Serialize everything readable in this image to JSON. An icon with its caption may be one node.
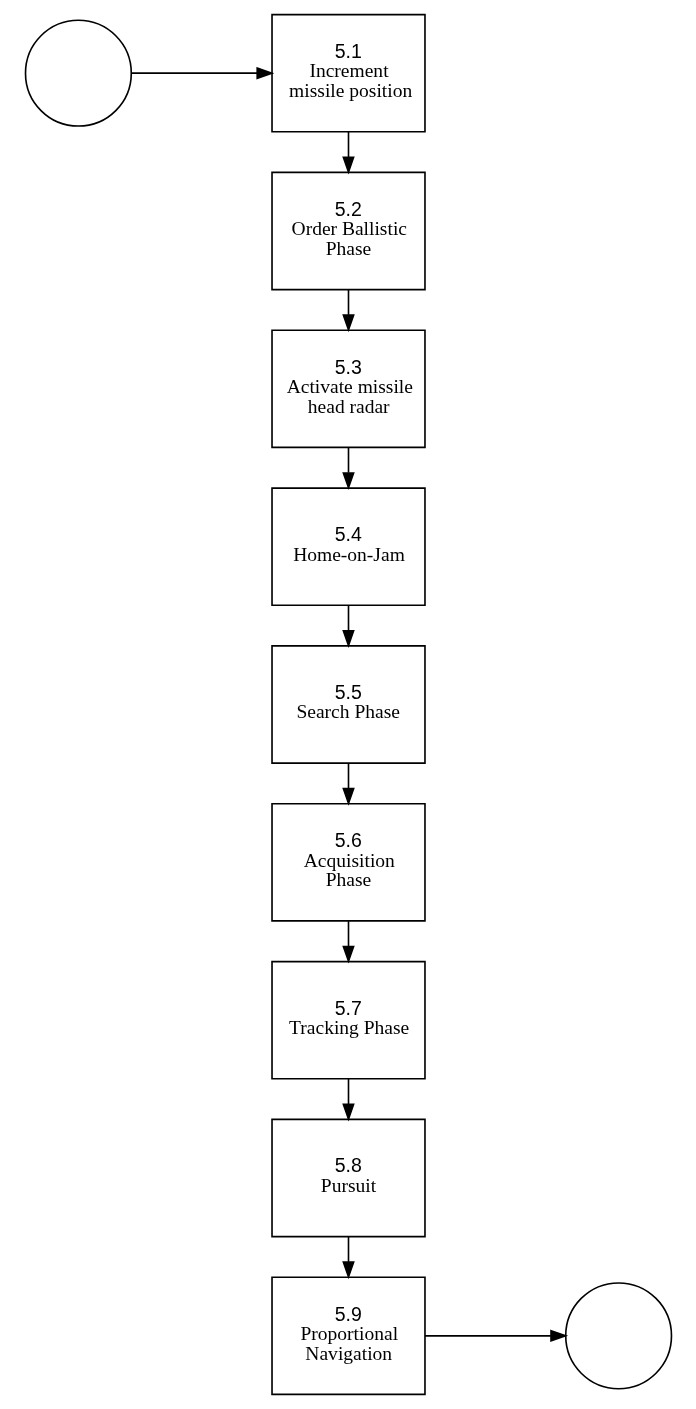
{
  "diagram": {
    "nodes": [
      {
        "text": [],
        "shape": "circle"
      },
      {
        "text": [
          "5.1",
          "Increment missile position"
        ]
      },
      {
        "text": [
          "5.2",
          "Order Ballistic Phase"
        ]
      },
      {
        "text": [
          "5.3",
          "Activate missile head radar"
        ]
      },
      {
        "text": [
          "5.4",
          "Home-on-Jam"
        ]
      },
      {
        "text": [
          "5.5",
          "Search Phase"
        ]
      },
      {
        "text": [
          "5.6",
          "Acquisition Phase"
        ]
      },
      {
        "text": [
          "5.7",
          "Tracking Phase"
        ]
      },
      {
        "text": [
          "5.8",
          "Pursuit"
        ]
      },
      {
        "text": [
          "5.9",
          "Proportional Navigation"
        ]
      },
      {
        "text": [],
        "shape": "circle"
      }
    ],
    "edges": [
      {
        "from": 0,
        "to": 1,
        "arrow": "to"
      },
      {
        "from": 1,
        "to": 2,
        "arrow": "to"
      },
      {
        "from": 2,
        "to": 3,
        "arrow": "to"
      },
      {
        "from": 3,
        "to": 4,
        "arrow": "to"
      },
      {
        "from": 4,
        "to": 5,
        "arrow": "to"
      },
      {
        "from": 5,
        "to": 6,
        "arrow": "to"
      },
      {
        "from": 6,
        "to": 7,
        "arrow": "to"
      },
      {
        "from": 7,
        "to": 8,
        "arrow": "to"
      },
      {
        "from": 8,
        "to": 9,
        "arrow": "to"
      },
      {
        "from": 9,
        "to": 10,
        "arrow": "to"
      }
    ]
  }
}
